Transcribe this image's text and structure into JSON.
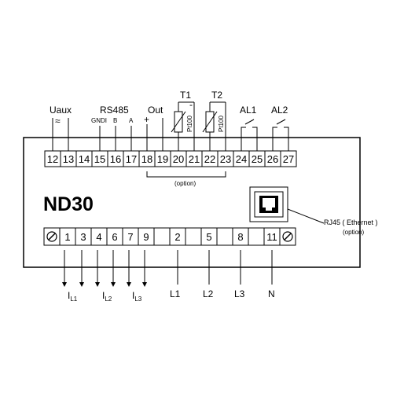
{
  "device": {
    "model": "ND30",
    "option_note": "(option)",
    "rj45_label": "RJ45 ( Ethernet )",
    "rj45_option": "(option)"
  },
  "top_terminals": [
    "12",
    "13",
    "14",
    "15",
    "16",
    "17",
    "18",
    "19",
    "20",
    "21",
    "22",
    "23",
    "24",
    "25",
    "26",
    "27"
  ],
  "top_groups": {
    "uaux": "Uaux",
    "uaux_symbol": "≈",
    "rs485": "RS485",
    "gndi": "GNDI",
    "b": "B",
    "a": "A",
    "out": "Out",
    "plus": "+",
    "minus": "-",
    "t1": "T1",
    "t2": "T2",
    "pt100_a": "Pt100",
    "pt100_b": "Pt100",
    "al1": "AL1",
    "al2": "AL2"
  },
  "bottom_terminals": [
    "1",
    "3",
    "4",
    "6",
    "7",
    "9",
    "2",
    "5",
    "8",
    "11"
  ],
  "bottom_labels": {
    "il1_main": "I",
    "il1_sub": "L1",
    "il2_main": "I",
    "il2_sub": "L2",
    "il3_main": "I",
    "il3_sub": "L3",
    "l1": "L1",
    "l2": "L2",
    "l3": "L3",
    "n": "N"
  }
}
